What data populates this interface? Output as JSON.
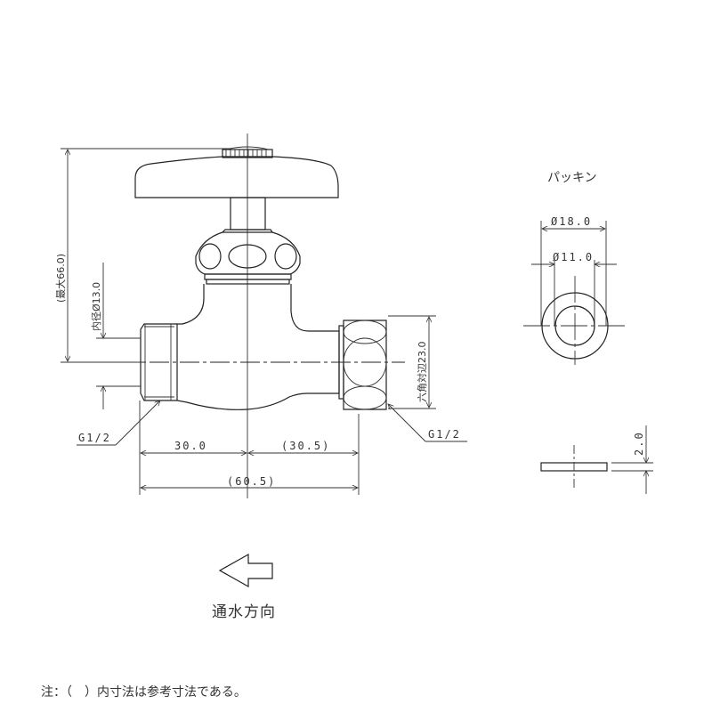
{
  "drawing": {
    "subject": "valve",
    "dimensions": {
      "max_height": "(最大66.0)",
      "inner_diameter": "内径Ø13.0",
      "hex_across_flats": "六角対辺23.0",
      "left_length": "30.0",
      "right_length": "(30.5)",
      "overall_length": "(60.5)"
    },
    "thread_labels": {
      "left": "G1/2",
      "right": "G1/2"
    }
  },
  "packing": {
    "title": "パッキン",
    "outer_diameter": "Ø18.0",
    "inner_diameter": "Ø11.0",
    "thickness": "2.0"
  },
  "flow": {
    "arrow_direction": "left-arrow-icon",
    "label": "通水方向"
  },
  "note": {
    "text": "注：（　）内寸法は参考寸法である。"
  },
  "colors": {
    "line": "#222222",
    "text": "#333333",
    "background": "#ffffff"
  }
}
